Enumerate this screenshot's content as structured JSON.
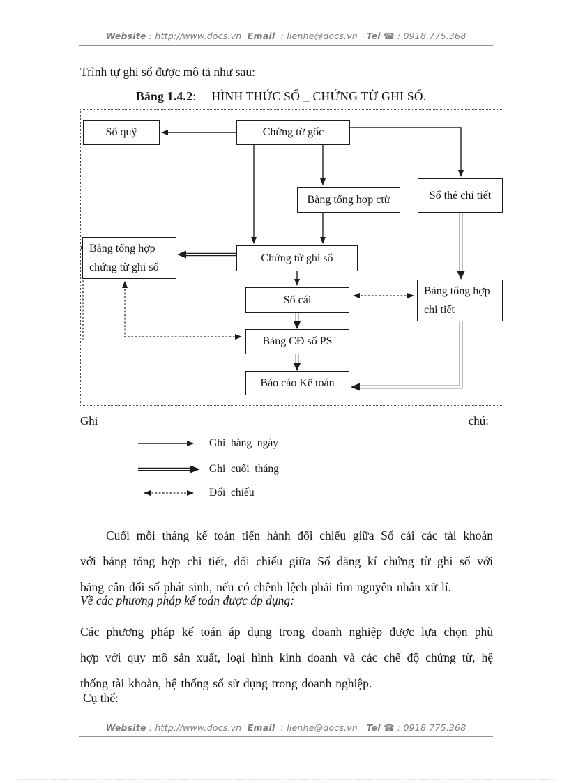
{
  "colors": {
    "ink": "#151515",
    "box_border": "#1c1c1c",
    "header_gray": "#7d7d7d",
    "pagebreak_pink": "#d7a9c6"
  },
  "header": {
    "website_label": "Website",
    "website_rest": " : http://www.docs.vn  ",
    "email_label": "Email",
    "email_rest": "  : lienhe@docs.vn   ",
    "tel_label": "Tel",
    "phone_icon": " ☎",
    "tel_rest": " : 0918.775.368"
  },
  "intro": "Trình tự ghi sổ được mô tả như sau:",
  "caption": {
    "label": "Bảng 1.4.2",
    "colon": ":",
    "title": "HÌNH THỨC SỔ _ CHỨNG TỪ GHI SỔ."
  },
  "diagram": {
    "boxes": {
      "so_quy": "Sổ quỹ",
      "chung_tu_goc": "Chứng từ gốc",
      "bang_tong_hop_ctu": "Bàng tổng hợp ctừ",
      "so_the_chi_tiet": "Sổ thẻ chi tiết",
      "bang_th_ctgs": {
        "line1": "Bảng tổng hợp",
        "line2": "chứng từ ghi sổ"
      },
      "chung_tu_ghi_so": "Chứng từ ghi sổ",
      "so_cai": "Sổ  cái",
      "bang_th_chi_tiet": {
        "line1": "Bảng tổng hợp",
        "line2": "chi tiết"
      },
      "bang_cd_so_ps": "Bảng CĐ số PS",
      "bao_cao_ke_toan": "Báo cáo Kế toán"
    }
  },
  "legend": {
    "left_word": "Ghi",
    "right_word": "chú:",
    "items": [
      "Ghi  hàng  ngày",
      "Ghi  cuối  tháng",
      "Đối  chiếu"
    ]
  },
  "body": {
    "p1_lines": [
      "Cuối mỗi tháng kế toán tiến hành đối chiếu giữa Sổ cái các tài khoản",
      "với bảng tổng hợp chi tiết, đối chiếu giữa Sổ đăng kí chứng từ ghi sổ với",
      "bảng cân đối số phát sinh, nếu có chênh lệch phải tìm nguyên nhân xử lí."
    ],
    "heading": "Về các phương pháp kế toán được áp dụng",
    "heading_colon": ":",
    "p2_lines": [
      "Các phương pháp kế toán áp dụng trong doanh nghiệp  được lựa  chọn phù",
      "hợp với quy mô sản xuất, loại hình kinh doanh và các chế độ chứng từ, hệ",
      "thống tài khoàn, hệ thống sổ sử dụng trong doanh nghiệp."
    ],
    "cu_the": "Cụ thể:"
  }
}
